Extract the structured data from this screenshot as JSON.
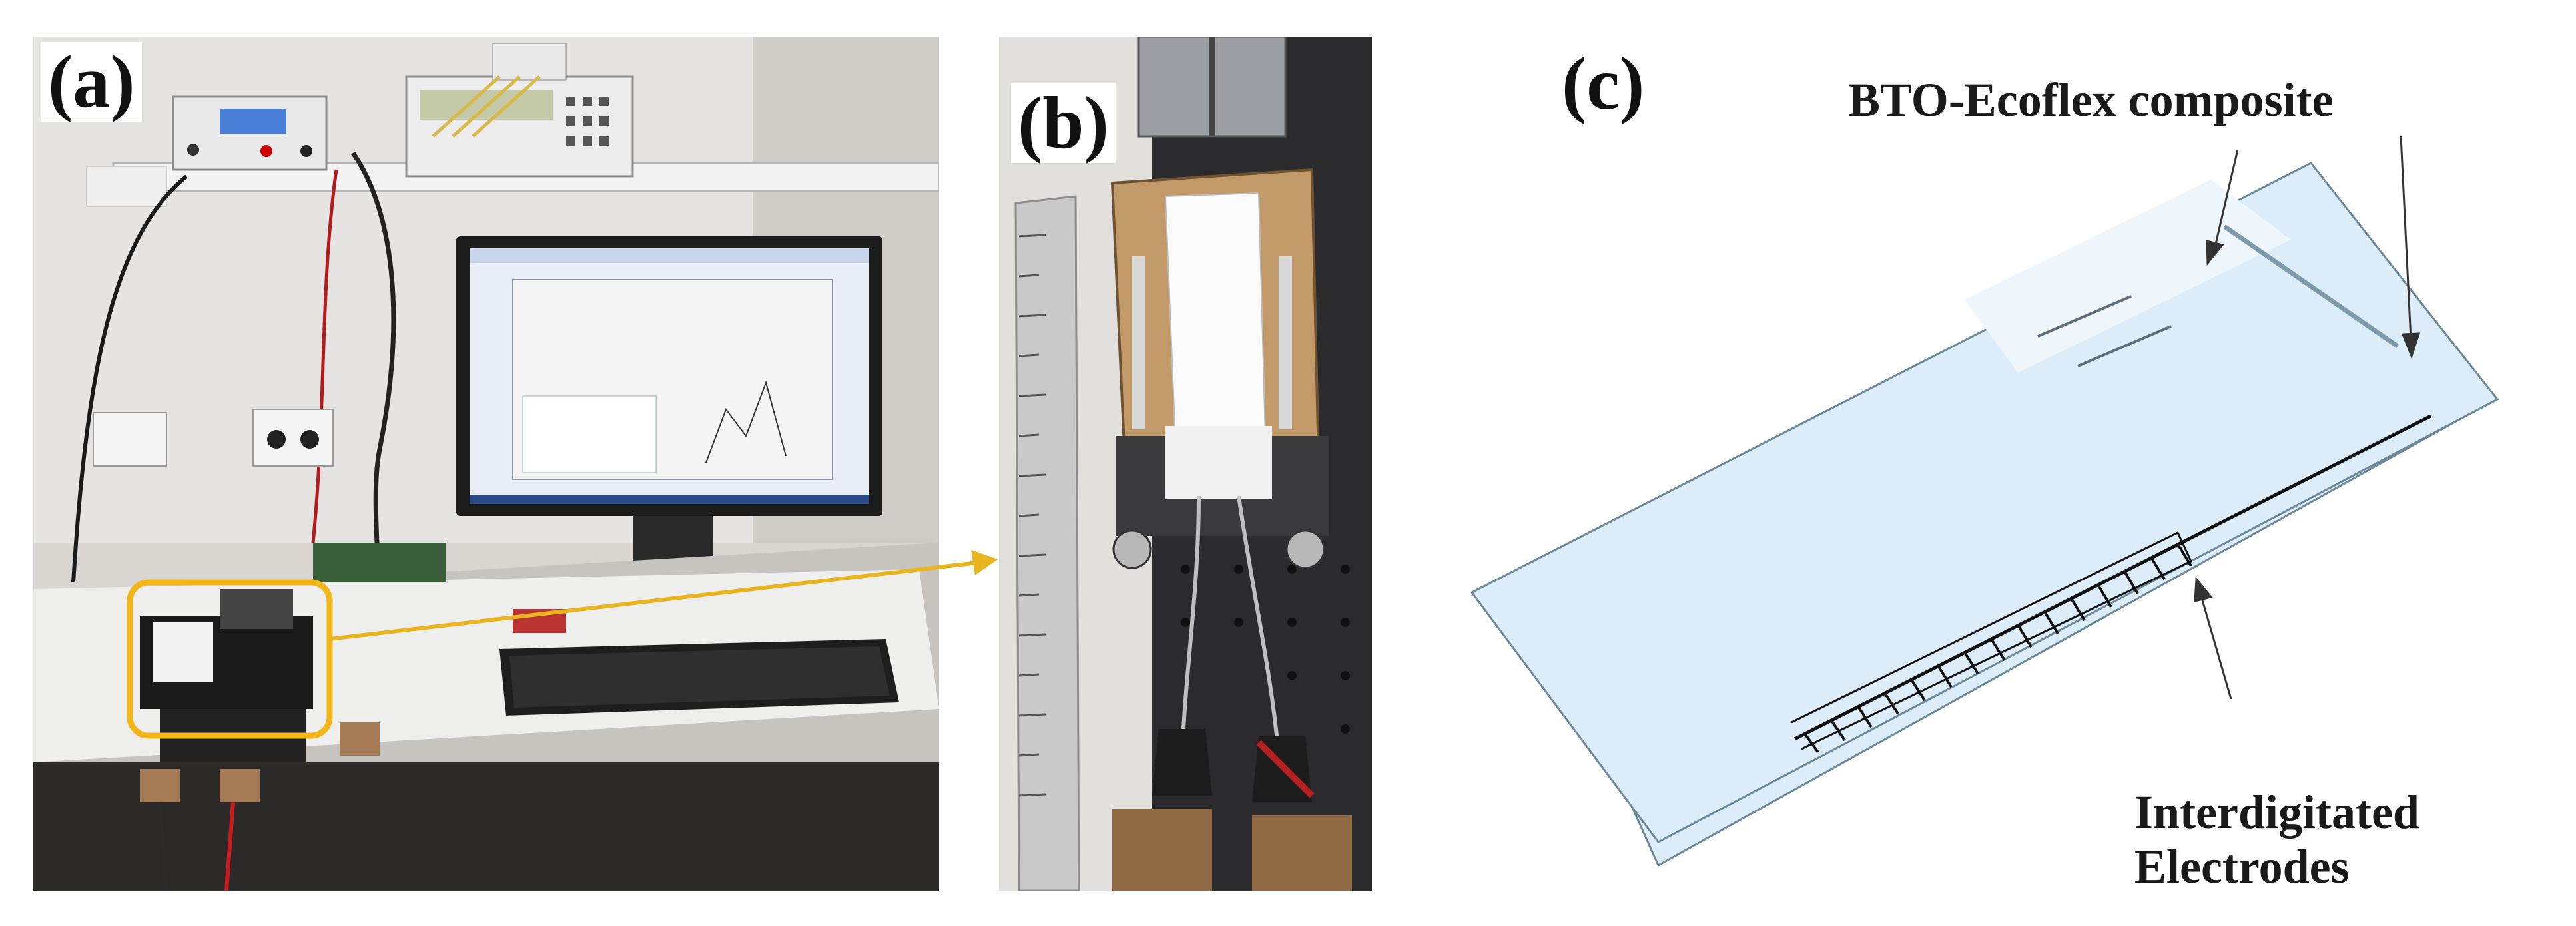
{
  "panels": {
    "a": {
      "label": "(a)"
    },
    "b": {
      "label": "(b)"
    },
    "c": {
      "label": "(c)",
      "composite_label": "BTO-Ecoflex  composite",
      "electrode_label_line1": "Interdigitated",
      "electrode_label_line2": "Electrodes"
    }
  },
  "colors": {
    "highlight_box": "#f2b619",
    "arrow": "#e8b520",
    "film_fill": "#dcecf8",
    "film_edge": "#6b8799",
    "electrode": "#111111"
  },
  "icons": {
    "power-supply": "lab-power-supply",
    "multimeter": "digital-multimeter",
    "monitor": "computer-monitor",
    "keyboard": "keyboard"
  }
}
